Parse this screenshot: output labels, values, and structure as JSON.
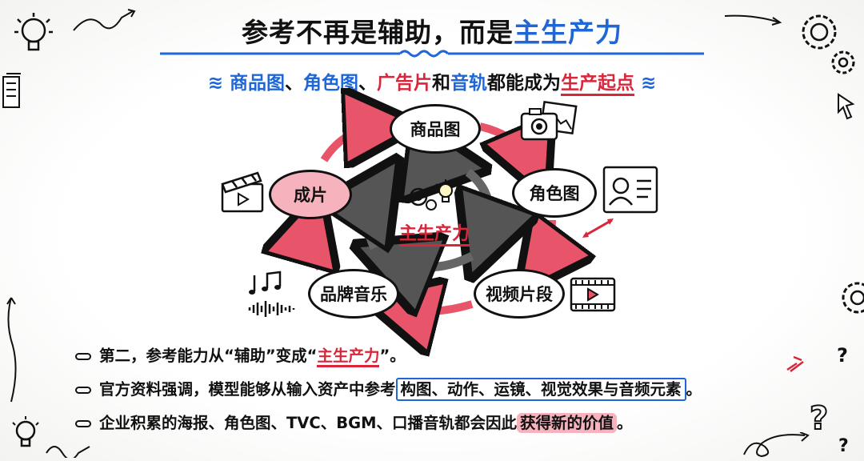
{
  "title": {
    "prefix": "参考不再是辅助，而是",
    "highlight": "主生产力"
  },
  "subtitle": {
    "part1": "商品图",
    "sep1": "、",
    "part2": "角色图",
    "sep2": "、",
    "part3": "广告片",
    "sep3": "和",
    "part4": "音轨",
    "sep4": "都能成为",
    "part5": "生产起点"
  },
  "cycle": {
    "nodes": [
      "商品图",
      "角色图",
      "视频片段",
      "品牌音乐",
      "成片"
    ],
    "center": "主生产力"
  },
  "bullets": [
    {
      "pre": "第二，参考能力从“辅助”变成“",
      "highlight": "主生产力",
      "post": "”。"
    },
    {
      "pre": "官方资料强调，模型能够从输入资产中参考",
      "highlight": "构图、动作、运镜、视觉效果与音频元素",
      "post": "。"
    },
    {
      "pre": "企业积累的海报、角色图、TVC、BGM、口播音轨都会因此",
      "highlight": "获得新的价值",
      "post": "。"
    }
  ],
  "colors": {
    "accent_blue": "#1f66d6",
    "accent_red": "#d9263a",
    "pink": "#f6b3bd",
    "ink": "#111111"
  },
  "icons": [
    "lightbulb-icon",
    "gear-icon",
    "camera-icon",
    "photo-icon",
    "id-card-icon",
    "video-play-icon",
    "clapperboard-icon",
    "music-notes-icon",
    "soundwave-icon",
    "question-mark-icon",
    "cursor-icon"
  ]
}
